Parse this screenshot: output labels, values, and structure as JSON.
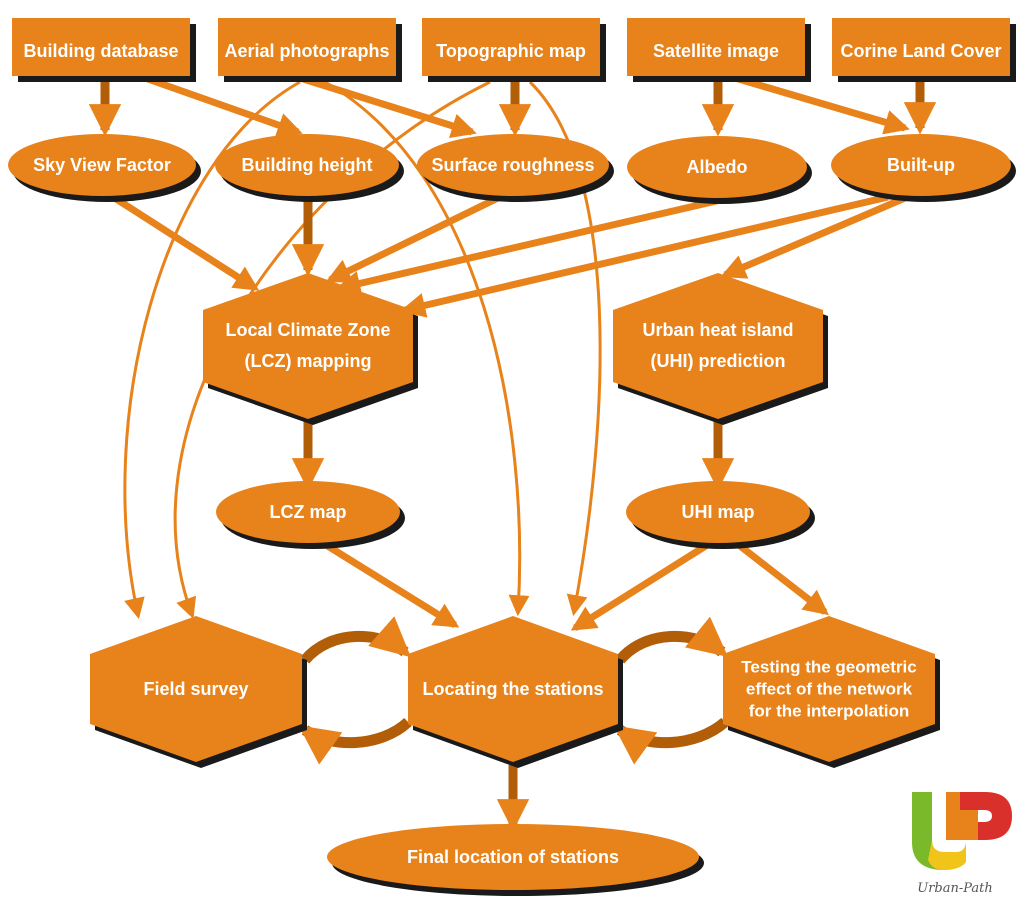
{
  "colors": {
    "node_fill": "#e8821a",
    "node_stroke": "#b25e08",
    "arrow": "#e8821a",
    "shadow": "#1a1a1a",
    "text": "#ffffff"
  },
  "sources": {
    "building_database": "Building database",
    "aerial_photographs": "Aerial photographs",
    "topographic_map": "Topographic map",
    "satellite_image": "Satellite image",
    "corine_land_cover": "Corine Land Cover"
  },
  "parameters": {
    "sky_view_factor": "Sky View Factor",
    "building_height": "Building height",
    "surface_roughness": "Surface roughness",
    "albedo": "Albedo",
    "built_up": "Built-up"
  },
  "processes": {
    "lcz_mapping": [
      "Local Climate Zone",
      "(LCZ) mapping"
    ],
    "uhi_prediction": [
      "Urban heat island",
      "(UHI) prediction"
    ]
  },
  "products": {
    "lcz_map": "LCZ map",
    "uhi_map": "UHI map"
  },
  "steps": {
    "field_survey": "Field survey",
    "locating_stations": "Locating the stations",
    "testing_geometric": [
      "Testing the geometric",
      "effect of the network",
      "for the interpolation"
    ]
  },
  "result": {
    "final_location": "Final location of stations"
  },
  "logo": {
    "caption": "Urban-Path"
  }
}
